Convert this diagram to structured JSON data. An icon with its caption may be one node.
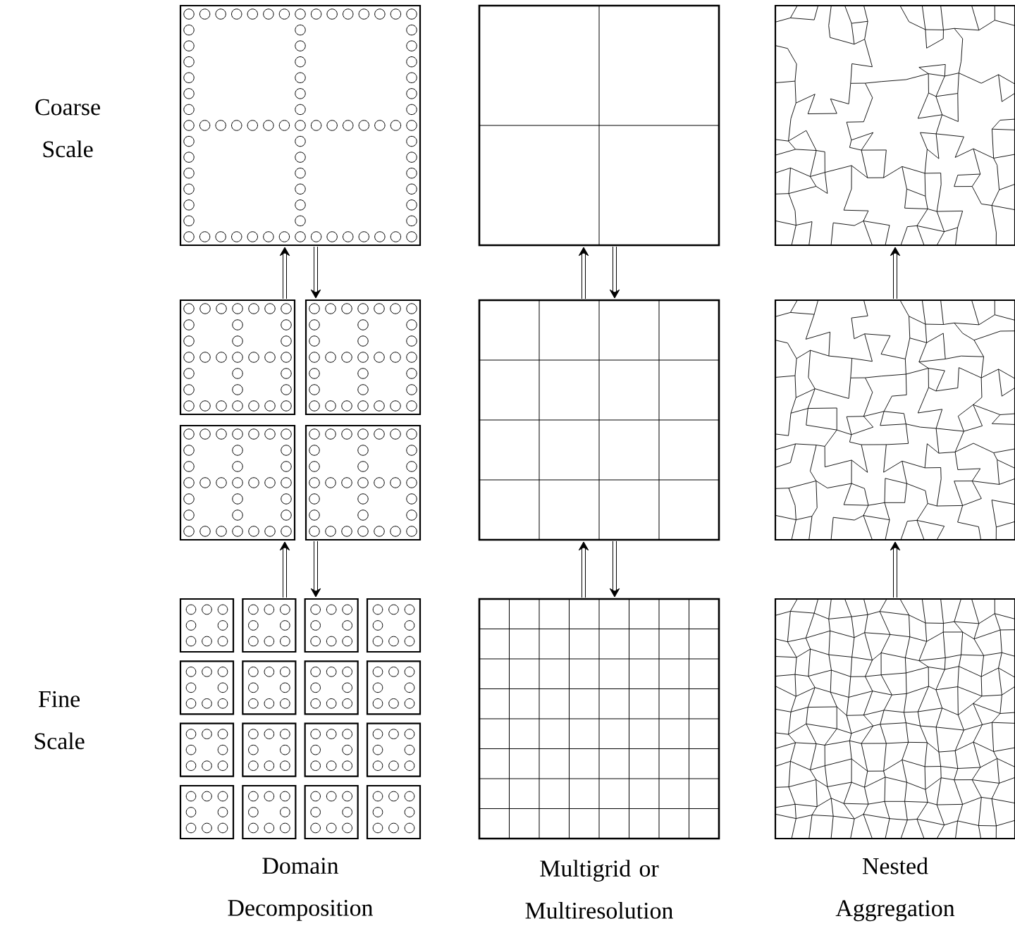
{
  "diagram": {
    "nodes": [
      {
        "text": [],
        "shape": "picture"
      },
      {
        "text": [],
        "shape": "picture"
      },
      {
        "text": [],
        "shape": "picture"
      },
      {
        "text": [],
        "shape": "picture"
      },
      {
        "text": [],
        "shape": "picture"
      },
      {
        "text": [],
        "shape": "picture"
      },
      {
        "text": [],
        "shape": "picture"
      },
      {
        "text": [],
        "shape": "picture"
      },
      {
        "text": [],
        "shape": "picture"
      }
    ],
    "edges": [
      {
        "from": 3,
        "to": 0,
        "arrow": "to"
      },
      {
        "from": 0,
        "to": 3,
        "arrow": "to"
      },
      {
        "from": 4,
        "to": 1,
        "arrow": "to"
      },
      {
        "from": 1,
        "to": 4,
        "arrow": "to"
      },
      {
        "from": 5,
        "to": 2,
        "arrow": "to"
      },
      {
        "from": 6,
        "to": 3,
        "arrow": "to"
      },
      {
        "from": 3,
        "to": 6,
        "arrow": "to"
      },
      {
        "from": 7,
        "to": 4,
        "arrow": "to"
      },
      {
        "from": 4,
        "to": 7,
        "arrow": "to"
      },
      {
        "from": 8,
        "to": 5,
        "arrow": "to"
      }
    ],
    "labels": [
      "Coarse Scale",
      "Fine Scale",
      "Domain Decomposition",
      "Multigrid or Multiresolution",
      "Nested Aggregation"
    ]
  }
}
